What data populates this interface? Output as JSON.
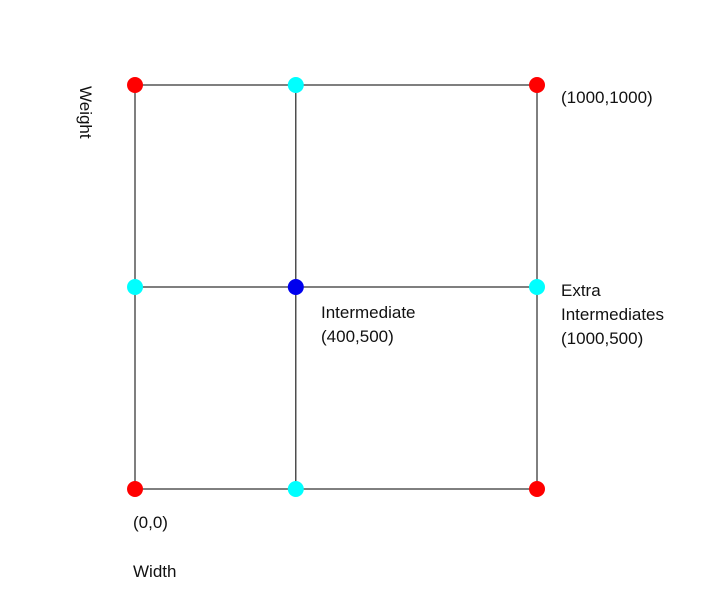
{
  "axes": {
    "vertical_label": "Weight",
    "horizontal_label": "Width"
  },
  "labels": {
    "top_right": "(1000,1000)",
    "origin": "(0,0)",
    "intermediate": [
      "Intermediate",
      "(400,500)"
    ],
    "extra": [
      "Extra",
      "Intermediates",
      "(1000,500)"
    ]
  },
  "colors": {
    "master": "#ff0000",
    "intermediate": "#0000ee",
    "extra_intermediate": "#00ffff",
    "line": "#555555"
  },
  "points": [
    {
      "id": "master-bottom-left",
      "width": 0,
      "weight": 0,
      "kind": "master"
    },
    {
      "id": "master-bottom-right",
      "width": 1000,
      "weight": 0,
      "kind": "master"
    },
    {
      "id": "master-top-left",
      "width": 0,
      "weight": 1000,
      "kind": "master"
    },
    {
      "id": "master-top-right",
      "width": 1000,
      "weight": 1000,
      "kind": "master"
    },
    {
      "id": "intermediate-400-500",
      "width": 400,
      "weight": 500,
      "kind": "intermediate"
    },
    {
      "id": "extra-left-500",
      "width": 0,
      "weight": 500,
      "kind": "extra_intermediate"
    },
    {
      "id": "extra-right-500",
      "width": 1000,
      "weight": 500,
      "kind": "extra_intermediate"
    },
    {
      "id": "extra-bottom-400",
      "width": 400,
      "weight": 0,
      "kind": "extra_intermediate"
    },
    {
      "id": "extra-top-400",
      "width": 400,
      "weight": 1000,
      "kind": "extra_intermediate"
    }
  ]
}
